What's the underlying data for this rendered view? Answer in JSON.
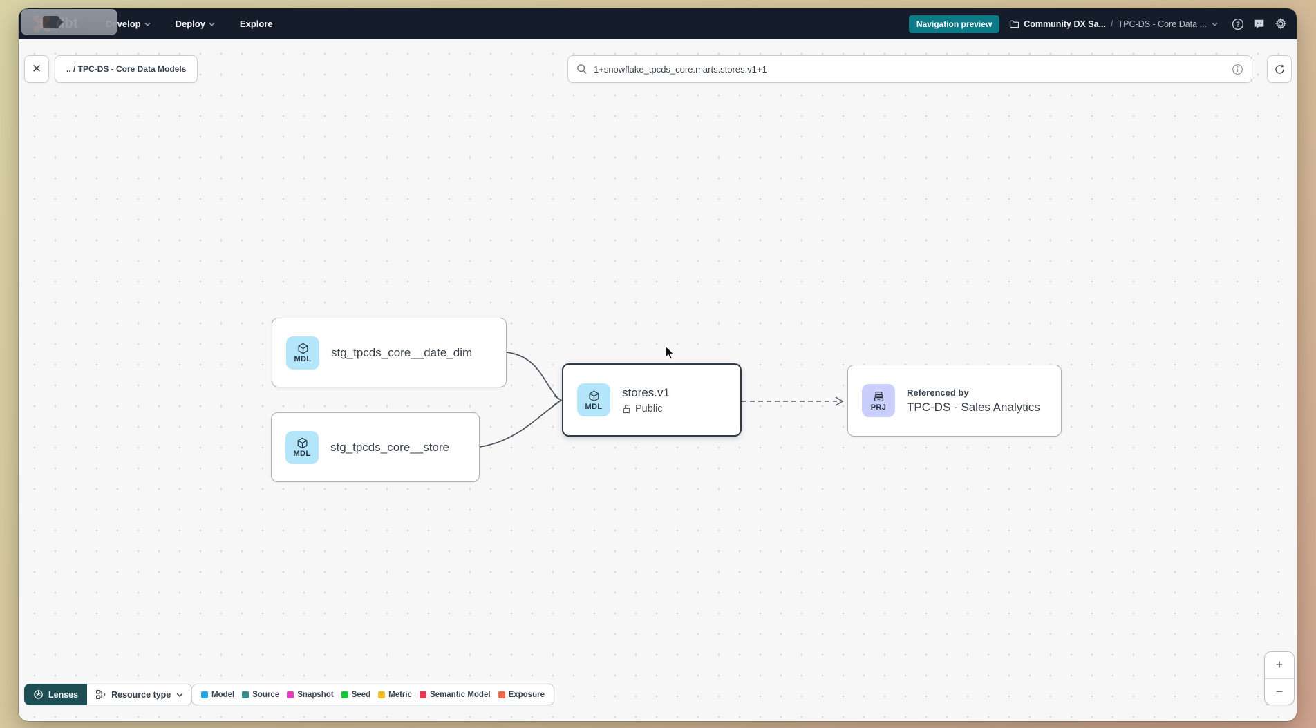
{
  "header": {
    "product": "dbt",
    "nav": [
      {
        "label": "Develop"
      },
      {
        "label": "Deploy"
      },
      {
        "label": "Explore"
      }
    ],
    "preview_badge": "Navigation preview",
    "account": "Community DX Sa...",
    "separator": "/",
    "project": "TPC-DS - Core Data ..."
  },
  "toolbar": {
    "close_glyph": "✕",
    "graph_breadcrumb": ".. / TPC-DS - Core Data Models",
    "search_value": "1+snowflake_tpcds_core.marts.stores.v1+1"
  },
  "graph": {
    "nodes": [
      {
        "badge": "MDL",
        "label": "stg_tpcds_core__date_dim"
      },
      {
        "badge": "MDL",
        "label": "stg_tpcds_core__store"
      },
      {
        "badge": "MDL",
        "label": "stores.v1",
        "access": "Public",
        "selected": true
      },
      {
        "badge": "PRJ",
        "kicker": "Referenced by",
        "label": "TPC-DS - Sales Analytics"
      }
    ]
  },
  "footer": {
    "lenses_label": "Lenses",
    "resource_type_label": "Resource type",
    "legend": [
      {
        "label": "Model",
        "color": "#1fa8e5"
      },
      {
        "label": "Source",
        "color": "#3a8d8d"
      },
      {
        "label": "Snapshot",
        "color": "#e23ec1"
      },
      {
        "label": "Seed",
        "color": "#12c938"
      },
      {
        "label": "Metric",
        "color": "#ecbe24"
      },
      {
        "label": "Semantic Model",
        "color": "#e63b51"
      },
      {
        "label": "Exposure",
        "color": "#f26949"
      }
    ]
  },
  "zoom_controls": {
    "zoom_in": "+",
    "zoom_out": "−"
  },
  "colors": {
    "header_bg": "#141d29",
    "brand_orange": "#ff4f22",
    "preview_badge_bg": "#0d7a87",
    "lenses_bg": "#1d4e54",
    "model_badge_bg": "#b3e5fb",
    "project_badge_bg": "#c9cffa",
    "selected_border": "#2e3a46"
  }
}
